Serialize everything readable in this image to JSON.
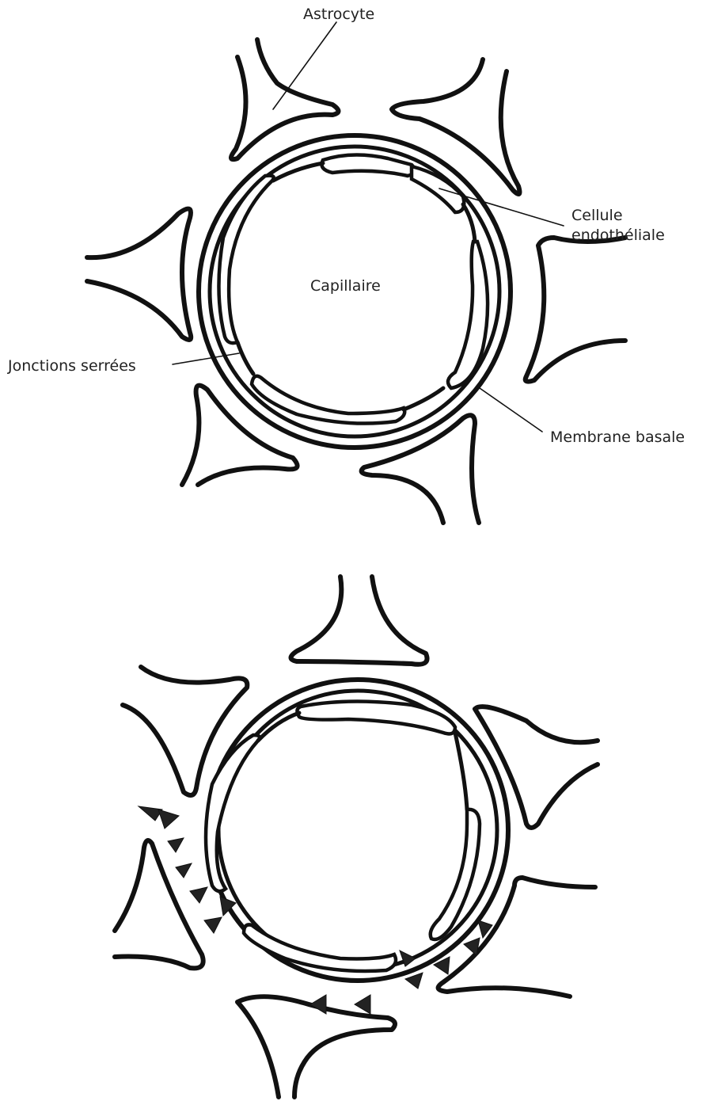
{
  "labels": {
    "astrocyte": "Astrocyte",
    "cellule_line1": "Cellule",
    "cellule_line2": "endothéliale",
    "capillaire": "Capillaire",
    "jonctions": "Jonctions serrées",
    "membrane": "Membrane basale"
  },
  "colors": {
    "ink": "#111111",
    "background": "#ffffff"
  }
}
